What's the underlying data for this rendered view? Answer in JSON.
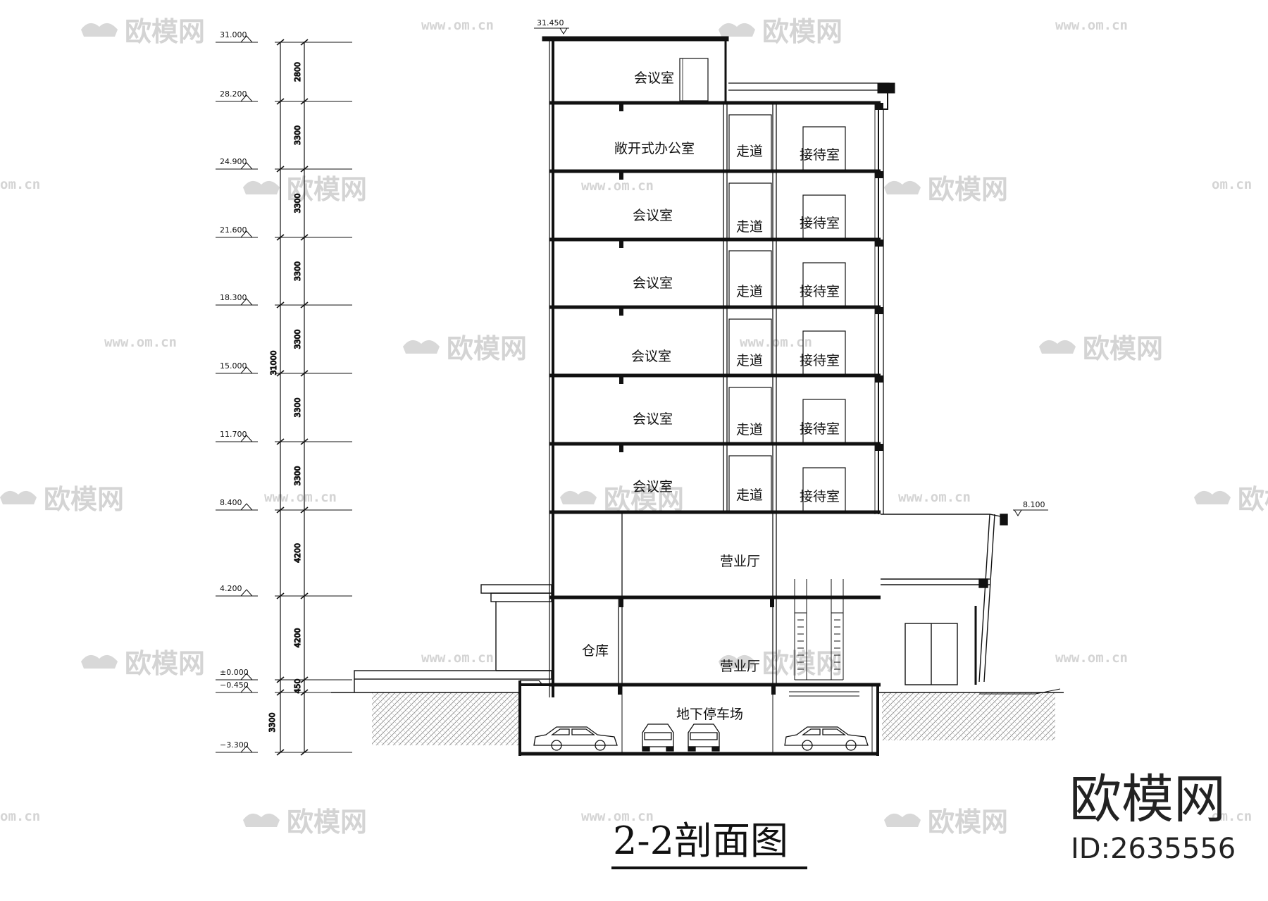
{
  "title": "2-2剖面图",
  "roof_top_elevation": "31.450",
  "canopy_elevation": "8.100",
  "elevations": [
    "31.000",
    "28.200",
    "24.900",
    "21.600",
    "18.300",
    "15.000",
    "11.700",
    "8.400",
    "4.200",
    "±0.000",
    "−0.450",
    "−3.300"
  ],
  "dimensions": {
    "total": "31000",
    "segments": [
      "2800",
      "3300",
      "3300",
      "3300",
      "3300",
      "3300",
      "3300",
      "4200",
      "4200",
      "450",
      "3300"
    ]
  },
  "rooms": {
    "top_meeting": "会议室",
    "open_office": "敞开式办公室",
    "corridor": "走道",
    "reception": "接待室",
    "meeting": "会议室",
    "business_hall": "营业厅",
    "warehouse": "仓库",
    "parking": "地下停车场"
  },
  "watermark": {
    "brand": "欧模网",
    "url": "www.om.cn",
    "url_short": "om.cn"
  },
  "logo": {
    "brand": "欧模网",
    "id": "ID:2635556"
  }
}
